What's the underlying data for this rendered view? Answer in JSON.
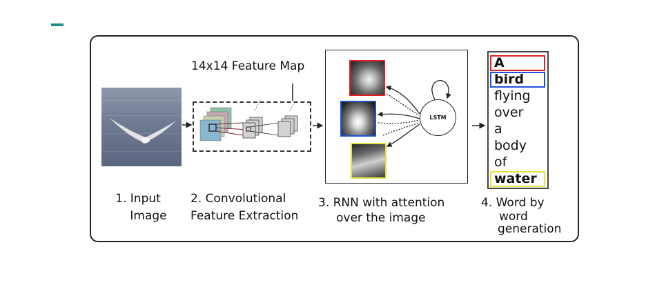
{
  "labels": {
    "feature_map": "14x14 Feature Map",
    "lstm": "LSTM",
    "step1_line1": "1. Input",
    "step1_line2": "Image",
    "step2_line1": "2. Convolutional",
    "step2_line2": "Feature Extraction",
    "step3_line1": "3. RNN with attention",
    "step3_line2": "over the image",
    "step4_line1": "4. Word by",
    "step4_line2": "word",
    "step4_line3": "generation"
  },
  "words": [
    "A",
    "bird",
    "flying",
    "over",
    "a",
    "body",
    "of",
    "water"
  ],
  "highlight_colors": {
    "A": "#e02020",
    "bird": "#1c52d8",
    "water": "#e6e03a"
  },
  "colors": {
    "accent": "#1f8e86",
    "frame": "#222222"
  }
}
